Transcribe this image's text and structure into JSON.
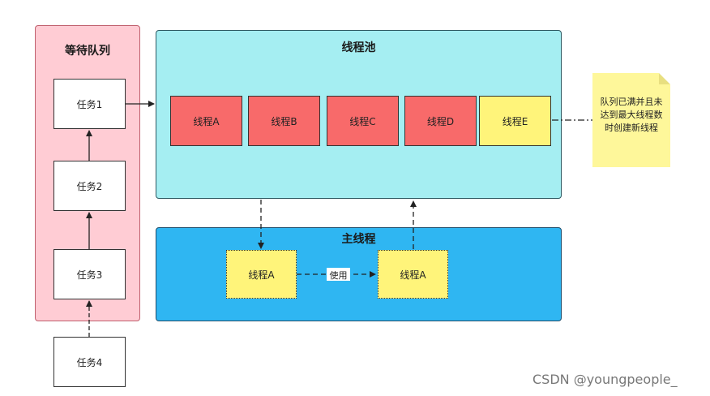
{
  "queue": {
    "title": "等待队列",
    "tasks": [
      "任务1",
      "任务2",
      "任务3",
      "任务4"
    ]
  },
  "pool": {
    "title": "线程池",
    "threads": [
      "线程A",
      "线程B",
      "线程C",
      "线程D",
      "线程E"
    ]
  },
  "main_thread": {
    "title": "主线程",
    "left_thread": "线程A",
    "right_thread": "线程A",
    "use_label": "使用"
  },
  "note": {
    "text": "队列已满并且未达到最大线程数时创建新线程"
  },
  "watermark": "CSDN @youngpeople_",
  "colors": {
    "queue_bg": "#ffccd4",
    "pool_bg": "#a5eef2",
    "main_bg": "#2fb6f2",
    "thread_red": "#f86a6a",
    "thread_yellow": "#fff47a",
    "note_bg": "#fef79a"
  }
}
